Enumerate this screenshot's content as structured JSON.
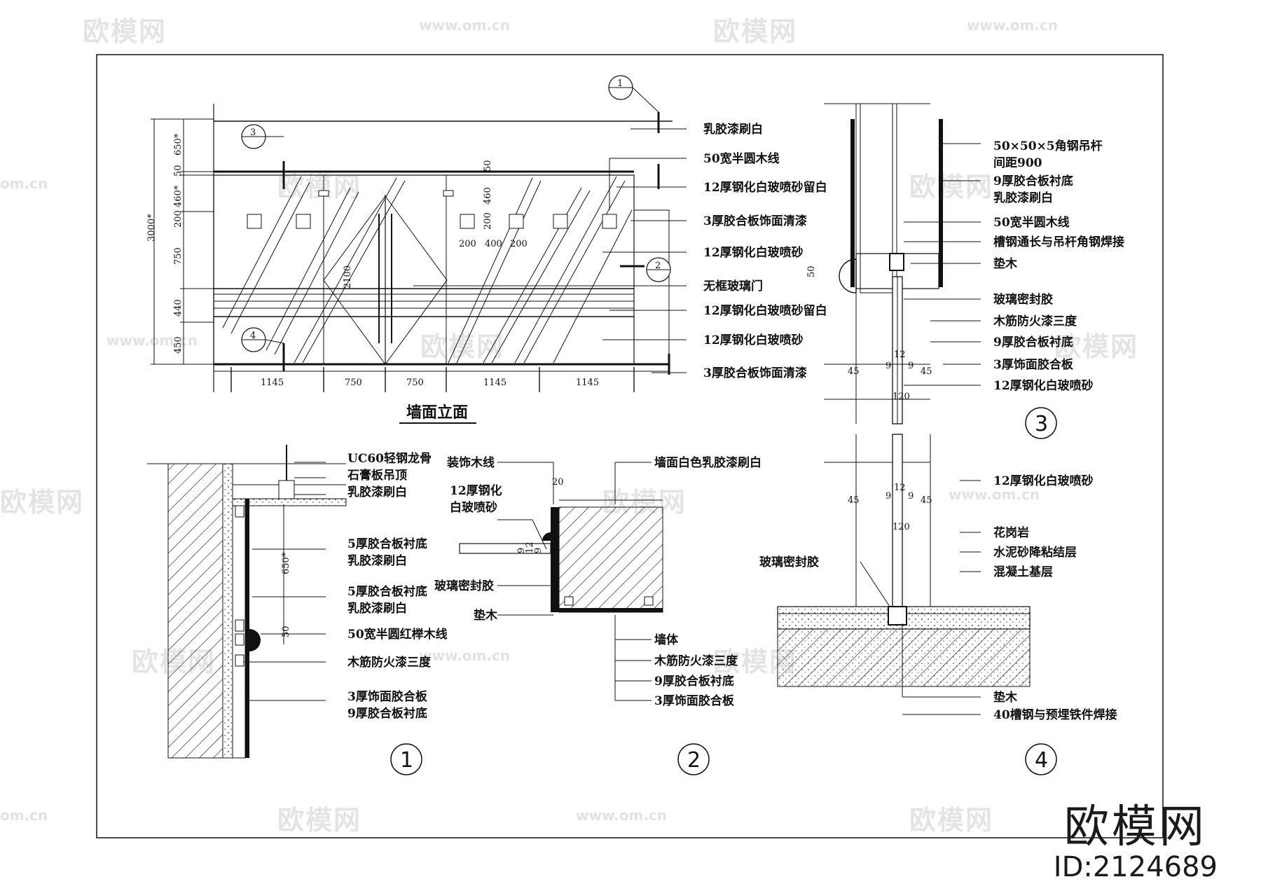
{
  "watermark": {
    "brand_text": "欧模网",
    "url_text": "www.om.cn",
    "short_url": "om.cn"
  },
  "brand": {
    "name": "欧模网",
    "id": "ID:2124689"
  },
  "elevation": {
    "title": "墙面立面",
    "height_dims": [
      "650*",
      "50",
      "460*",
      "200",
      "750",
      "440",
      "450"
    ],
    "total_height": "3000*",
    "width_dims": [
      "1145",
      "750",
      "750",
      "1145",
      "1145"
    ],
    "inner_dims": [
      "50",
      "460",
      "200",
      "2100",
      "200",
      "400",
      "200"
    ],
    "labels": [
      "乳胶漆刷白",
      "50宽半圆木线",
      "12厚钢化白玻喷砂留白",
      "3厚胶合板饰面清漆",
      "12厚钢化白玻喷砂",
      "无框玻璃门",
      "12厚钢化白玻喷砂留白",
      "12厚钢化白玻喷砂",
      "3厚胶合板饰面清漆"
    ],
    "markers": [
      "3",
      "1",
      "2",
      "4"
    ]
  },
  "detail1": {
    "number": "1",
    "labels": [
      "UC60轻钢龙骨",
      "石膏板吊顶",
      "乳胶漆刷白",
      "5厚胶合板衬底",
      "乳胶漆刷白",
      "5厚胶合板衬底",
      "乳胶漆刷白",
      "50宽半圆红榉木线",
      "木筋防火漆三度",
      "3厚饰面胶合板",
      "9厚胶合板衬底"
    ],
    "dims": [
      "650*",
      "50"
    ]
  },
  "detail2": {
    "number": "2",
    "labels": [
      "装饰木线",
      "12厚钢化",
      "白玻喷砂",
      "玻璃密封胶",
      "垫木",
      "墙面白色乳胶漆刷白",
      "墙体",
      "木筋防火漆三度",
      "9厚胶合板衬底",
      "3厚饰面胶合板"
    ],
    "dims": [
      "20",
      "9",
      "12",
      "9"
    ]
  },
  "detail3": {
    "number": "3",
    "labels": [
      "50×50×5角钢吊杆",
      "间距900",
      "9厚胶合板衬底",
      "乳胶漆刷白",
      "50宽半圆木线",
      "槽钢通长与吊杆角钢焊接",
      "垫木",
      "玻璃密封胶",
      "木筋防火漆三度",
      "9厚胶合板衬底",
      "3厚饰面胶合板",
      "12厚钢化白玻喷砂"
    ],
    "dims": [
      "50",
      "45",
      "9",
      "12",
      "9",
      "45",
      "120"
    ]
  },
  "detail4": {
    "number": "4",
    "labels": [
      "12厚钢化白玻喷砂",
      "花岗岩",
      "水泥砂降粘结层",
      "混凝土基层",
      "玻璃密封胶",
      "垫木",
      "40槽钢与预埋铁件焊接"
    ],
    "dims": [
      "45",
      "9",
      "12",
      "9",
      "45",
      "120"
    ]
  }
}
